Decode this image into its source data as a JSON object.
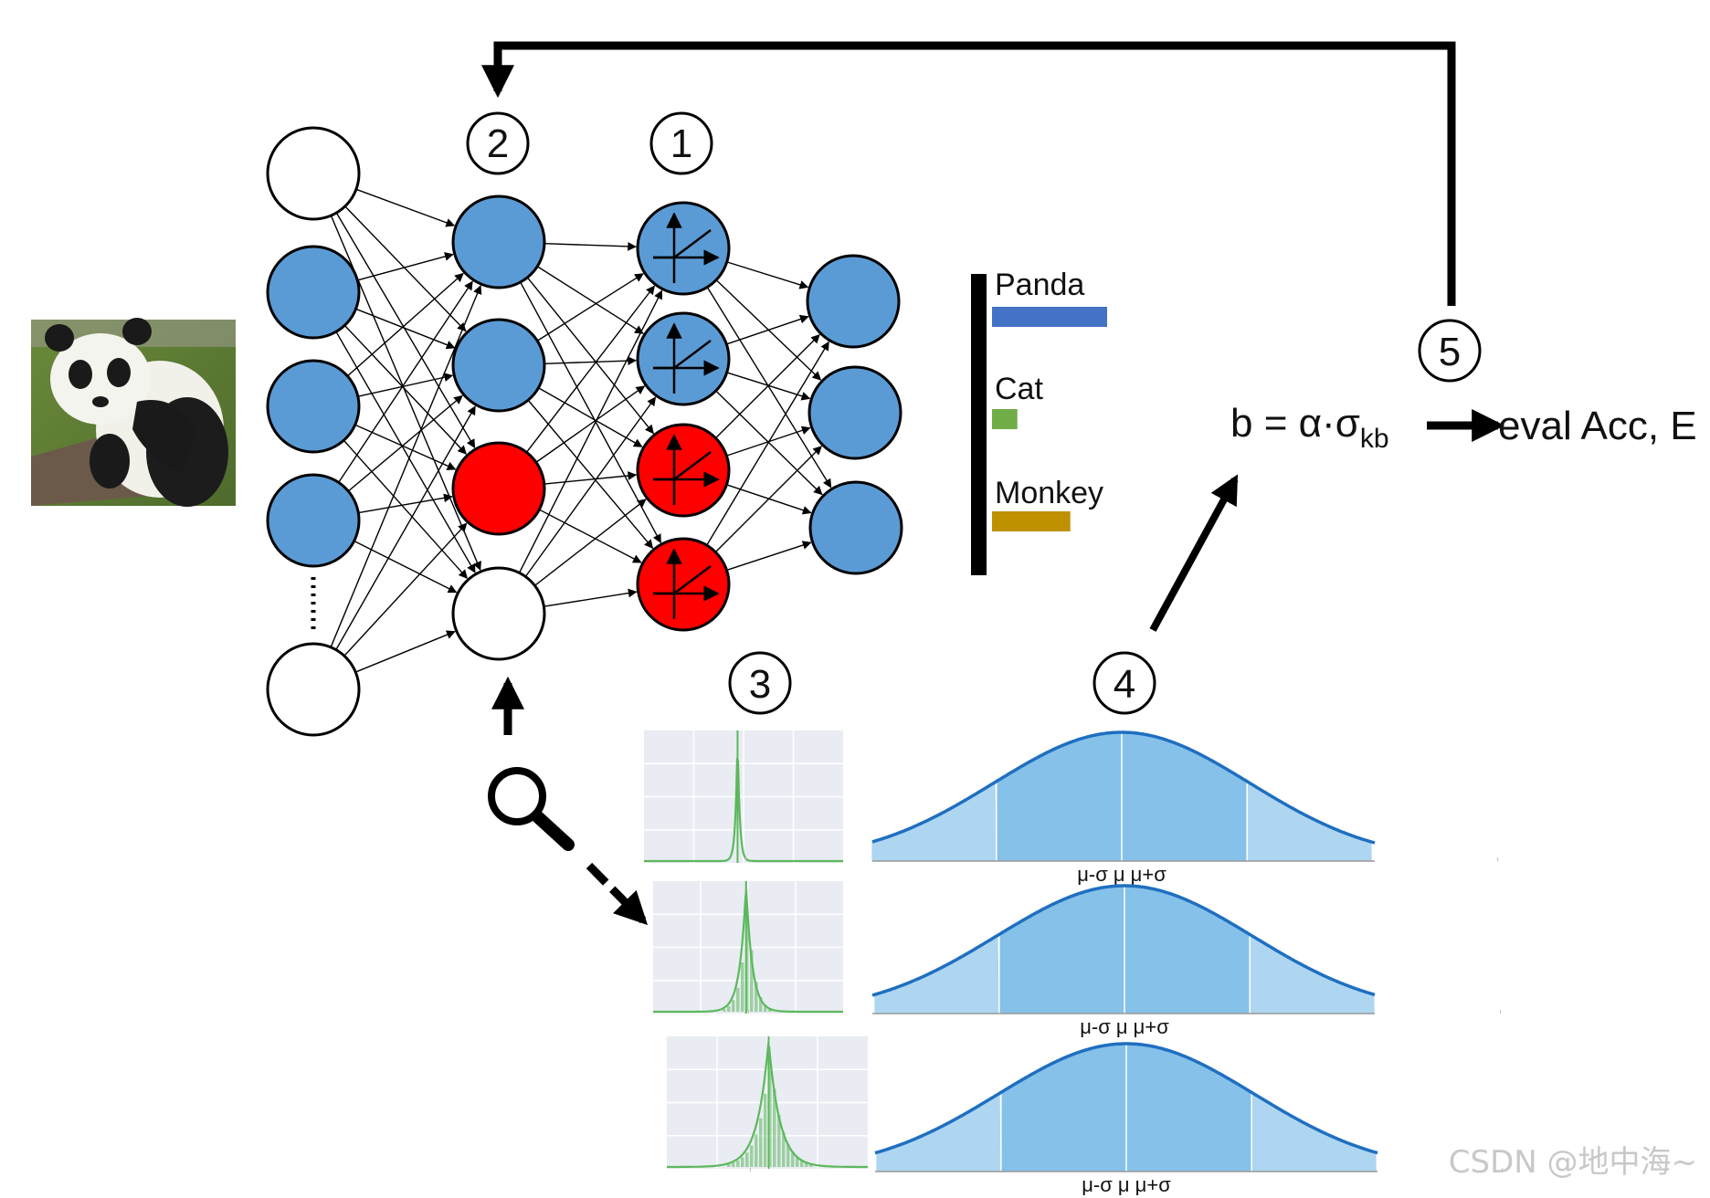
{
  "steps": {
    "one": "1",
    "two": "2",
    "three": "3",
    "four": "4",
    "five": "5"
  },
  "output_bars": {
    "classes": [
      {
        "label": "Panda",
        "color": "#4472c4",
        "value": 1.0
      },
      {
        "label": "Cat",
        "color": "#70ad47",
        "value": 0.22
      },
      {
        "label": "Monkey",
        "color": "#bf9000",
        "value": 0.68
      }
    ]
  },
  "formula": {
    "lhs": "b = α·σ",
    "subscript": "kb",
    "result": "eval Acc, E"
  },
  "normal_labels": {
    "minus_sigma": "μ-σ",
    "mu": "μ",
    "plus_sigma": "μ+σ"
  },
  "colors": {
    "blue_node": "#5b9bd5",
    "red_node": "#ff0000",
    "curve_stroke": "#1f6fc0",
    "curve_fill_light": "#aed6f1",
    "curve_fill_mid": "#85c1e9",
    "histogram_green": "#5cb85c",
    "histogram_bg": "#e9ecf3"
  },
  "watermark": "CSDN @地中海~"
}
